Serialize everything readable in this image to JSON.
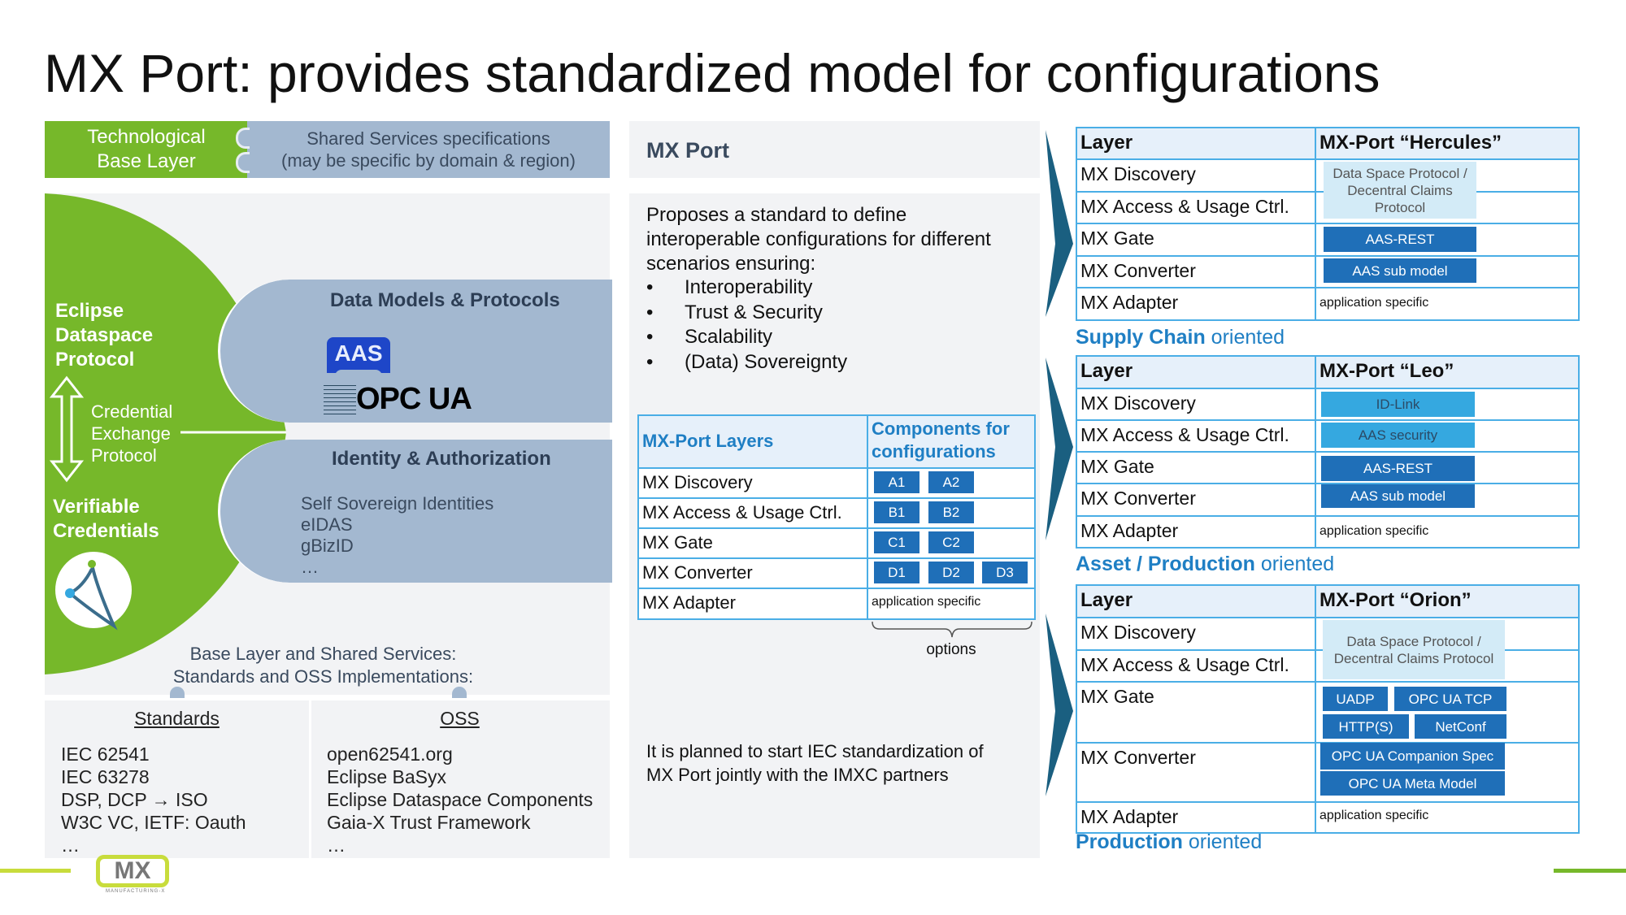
{
  "title": "MX Port: provides standardized model for configurations",
  "left": {
    "base_layer": [
      "Technological",
      "Base Layer"
    ],
    "shared_services": [
      "Shared Services specifications",
      "(may be specific by domain & region)"
    ],
    "eclipse": [
      "Eclipse",
      "Dataspace",
      "Protocol"
    ],
    "credential_exchange": [
      "Credential",
      "Exchange",
      "Protocol"
    ],
    "verifiable": [
      "Verifiable",
      "Credentials"
    ],
    "data_models_title": "Data Models & Protocols",
    "aas_logo": "AAS",
    "opcua_logo": "OPC UA",
    "identity_title": "Identity & Authorization",
    "identity_items": [
      "Self Sovereign Identities",
      "eIDAS",
      "gBizID",
      "…"
    ],
    "base_shared": [
      "Base Layer and Shared Services:",
      "Standards and OSS Implementations:"
    ],
    "standards_title": "Standards",
    "standards": [
      "IEC 62541",
      "IEC 63278",
      "DSP, DCP → ISO",
      "W3C VC, IETF: Oauth",
      "…"
    ],
    "oss_title": "OSS",
    "oss": [
      "open62541.org",
      "Eclipse BaSyx",
      "Eclipse Dataspace Components",
      "Gaia-X Trust Framework",
      "…"
    ],
    "logo_text": "MX",
    "logo_sub": "MANUFACTURING-X"
  },
  "middle": {
    "header": "MX Port",
    "intro": [
      "Proposes a standard to define",
      "interoperable configurations for different",
      "scenarios ensuring:"
    ],
    "bullets": [
      "Interoperability",
      "Trust & Security",
      "Scalability",
      "(Data) Sovereignty"
    ],
    "table": {
      "col1": "MX-Port Layers",
      "col2": [
        "Components for",
        "configurations"
      ],
      "rows": [
        {
          "layer": "MX Discovery",
          "chips": [
            "A1",
            "A2"
          ]
        },
        {
          "layer": "MX Access & Usage Ctrl.",
          "chips": [
            "B1",
            "B2"
          ]
        },
        {
          "layer": "MX Gate",
          "chips": [
            "C1",
            "C2"
          ]
        },
        {
          "layer": "MX Converter",
          "chips": [
            "D1",
            "D2",
            "D3"
          ]
        },
        {
          "layer": "MX Adapter",
          "text": "application specific"
        }
      ]
    },
    "options_label": "options",
    "footer": [
      "It is planned to start IEC standardization of",
      "MX Port jointly with the IMXC partners"
    ]
  },
  "right": {
    "tables": [
      {
        "layer_header": "Layer",
        "port_header": "MX-Port “Hercules”",
        "rows": [
          "MX Discovery",
          "MX Access & Usage Ctrl.",
          "MX Gate",
          "MX Converter",
          "MX Adapter"
        ],
        "chips": [
          {
            "text": "Data Space Protocol / Decentral Claims Protocol",
            "style": "light"
          },
          {
            "text": "AAS-REST",
            "style": "dark"
          },
          {
            "text": "AAS sub model",
            "style": "dark"
          }
        ],
        "adapter_text": "application specific",
        "orientation_bold": "Supply Chain",
        "orientation_rest": " oriented"
      },
      {
        "layer_header": "Layer",
        "port_header": "MX-Port “Leo”",
        "rows": [
          "MX Discovery",
          "MX Access & Usage Ctrl.",
          "MX Gate",
          "MX Converter",
          "MX Adapter"
        ],
        "chips": [
          {
            "text": "ID-Link",
            "style": "mid"
          },
          {
            "text": "AAS security",
            "style": "mid"
          },
          {
            "text": "AAS-REST",
            "style": "dark"
          },
          {
            "text": "AAS sub model",
            "style": "dark"
          }
        ],
        "adapter_text": "application specific",
        "orientation_bold": "Asset / Production",
        "orientation_rest": " oriented"
      },
      {
        "layer_header": "Layer",
        "port_header": "MX-Port “Orion”",
        "rows": [
          "MX Discovery",
          "MX Access & Usage Ctrl.",
          "MX Gate",
          "MX Converter",
          "MX Adapter"
        ],
        "chips": [
          {
            "text": "Data Space Protocol / Decentral Claims Protocol",
            "style": "light"
          },
          {
            "text": "UADP",
            "style": "dark"
          },
          {
            "text": "OPC UA TCP",
            "style": "dark"
          },
          {
            "text": "HTTP(S)",
            "style": "dark"
          },
          {
            "text": "NetConf",
            "style": "dark"
          },
          {
            "text": "OPC UA Companion Spec",
            "style": "dark"
          },
          {
            "text": "OPC UA Meta Model",
            "style": "dark"
          }
        ],
        "adapter_text": "application specific",
        "orientation_bold": "Production",
        "orientation_rest": " oriented"
      }
    ]
  },
  "colors": {
    "green": "#76b82a",
    "slate": "#a3b8d0",
    "table_border": "#4aaee6",
    "chip_dark": "#1f6fb8",
    "chip_mid": "#35a8e0",
    "chip_light": "#d3ebf7",
    "chevron": "#1a5f80",
    "accent_text": "#1f7fc4"
  }
}
